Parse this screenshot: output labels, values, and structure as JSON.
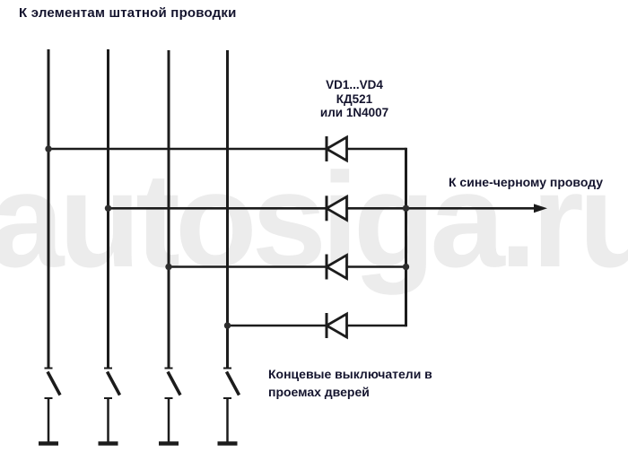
{
  "diagram": {
    "title": "К элементам штатной проводки",
    "diode_label": {
      "line1": "VD1...VD4",
      "line2": "КД521",
      "line3": "или 1N4007"
    },
    "output_label": "К сине-черному проводу",
    "switches_label": {
      "line1": "Концевые выключатели в",
      "line2": "проемах дверей"
    },
    "watermark": "autosiga.ru",
    "colors": {
      "wire": "#1c1c1c",
      "junction_dot": "#2e2e2e",
      "label_text": "#14142e",
      "watermark": "#ececec",
      "background": "#ffffff"
    }
  }
}
